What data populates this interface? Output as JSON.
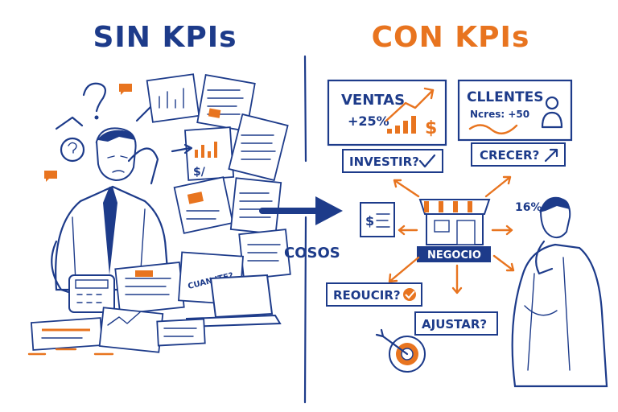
{
  "left": {
    "title": "SIN KPIs",
    "note": "CUAN ITE?"
  },
  "right": {
    "title": "CON KPIs",
    "card_ventas": {
      "title": "VENTAS",
      "value": "+25%"
    },
    "card_clientes": {
      "title": "CLLENTES",
      "value": "Ncres: +50"
    },
    "tag_invertir": "INVESTIR?",
    "tag_crecer": "CRECER?",
    "store_label": "NEGOCIO",
    "percent": "16%",
    "tag_reducir": "REOUCIR?",
    "tag_ajustar": "AJUSTAR?"
  },
  "middle": {
    "label": "COSOS"
  },
  "colors": {
    "ink": "#1d3b8a",
    "accent": "#e8741f",
    "background": "#ffffff"
  },
  "icons": [
    "question-mark-icon",
    "chat-bubble-icon",
    "calculator-icon",
    "laptop-icon",
    "checkmark-icon",
    "trend-arrow-icon",
    "person-icon",
    "dollar-icon",
    "target-icon",
    "store-icon",
    "arrow-right-icon"
  ]
}
